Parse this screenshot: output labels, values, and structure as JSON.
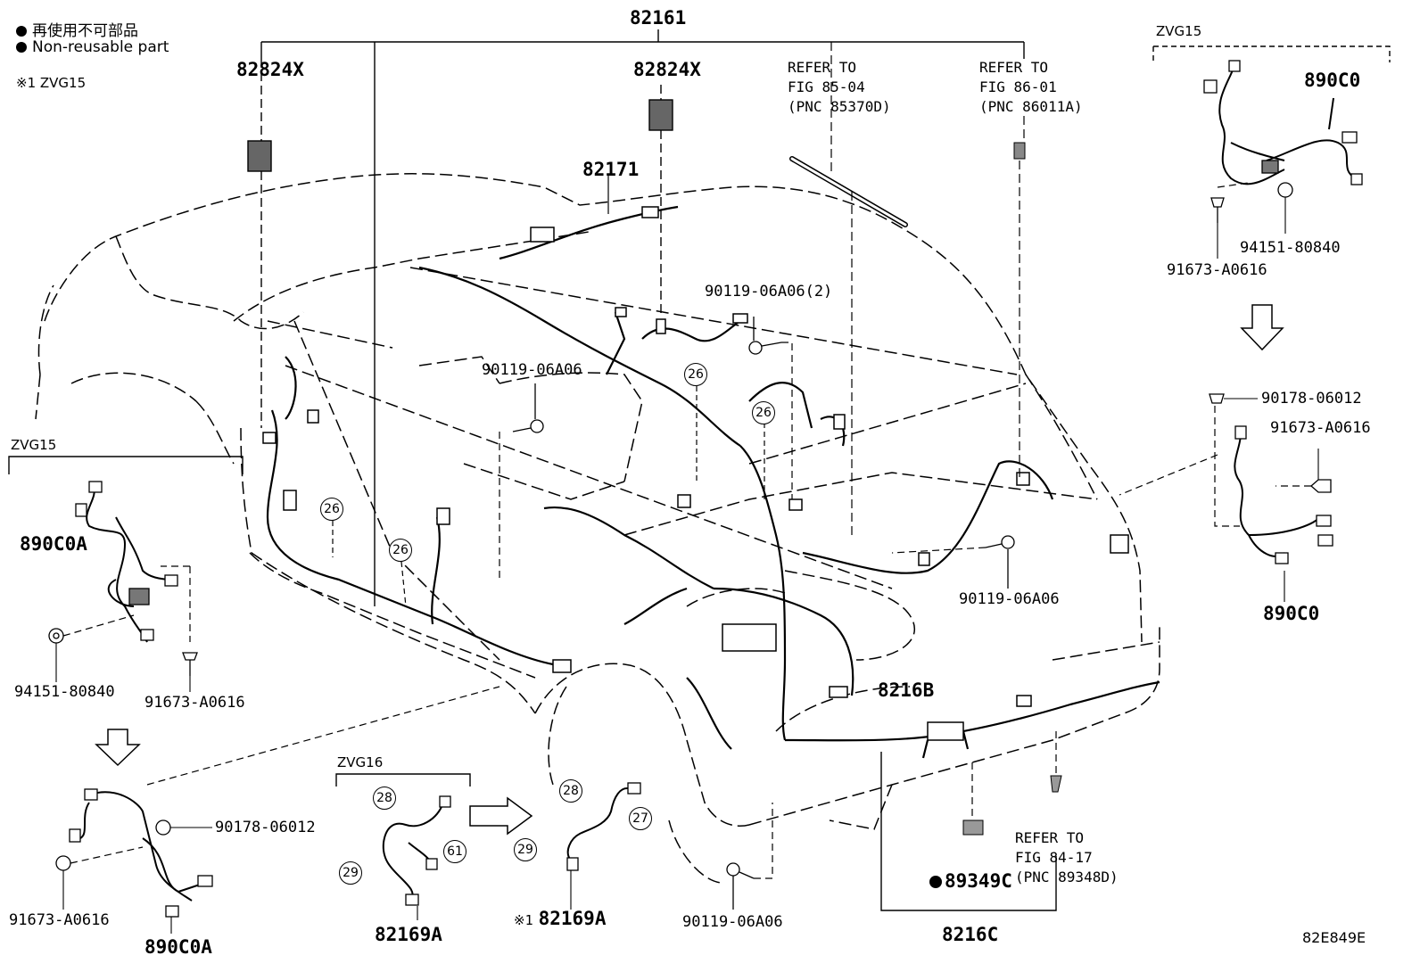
{
  "legend": {
    "line1": "再使用不可部品",
    "line2": "Non-reusable part",
    "note": "※1 ZVG15"
  },
  "top_assembly": "82161",
  "labels": {
    "p82824x_left": "82824X",
    "p82824x_mid": "82824X",
    "p82171": "82171",
    "p90119_2": "90119-06A06(2)",
    "p90119_a": "90119-06A06",
    "p90119_b": "90119-06A06",
    "p90119_c": "90119-06A06",
    "p8216b": "8216B",
    "p8216c": "8216C",
    "p89349c": "89349C",
    "p82169a_mid": "82169A",
    "p82169a_right": "82169A",
    "p82169a_right_prefix": "※1",
    "p890c0a_top": "890C0A",
    "p890c0a_bottom": "890C0A",
    "p94151_left": "94151-80840",
    "p91673_left_top": "91673-A0616",
    "p90178_left": "90178-06012",
    "p91673_left_bottom": "91673-A0616",
    "p890c0_top": "890C0",
    "p94151_right": "94151-80840",
    "p91673_right_top": "91673-A0616",
    "p90178_right": "90178-06012",
    "p91673_right_mid": "91673-A0616",
    "p890c0_bottom": "890C0"
  },
  "refer_notes": {
    "fig85": "REFER TO\nFIG 85-04\n(PNC 85370D)",
    "fig86": "REFER TO\nFIG 86-01\n(PNC 86011A)",
    "fig84": "REFER TO\nFIG 84-17\n(PNC 89348D)"
  },
  "boxes": {
    "zvg15_left": "ZVG15",
    "zvg15_right": "ZVG15",
    "zvg16": "ZVG16"
  },
  "circle_refs": {
    "c26a": "26",
    "c26b": "26",
    "c26c": "26",
    "c26d": "26",
    "c28a": "28",
    "c29a": "29",
    "c61": "61",
    "c28b": "28",
    "c29b": "29",
    "c27": "27"
  },
  "diagram_code": "82E849E"
}
